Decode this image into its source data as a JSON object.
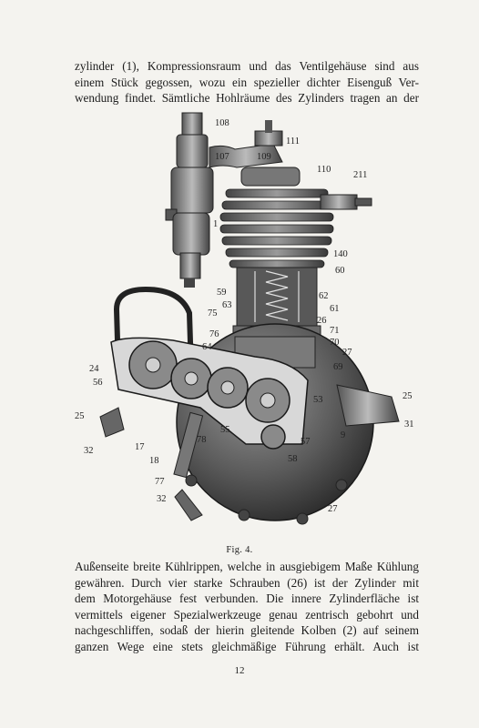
{
  "paragraph_top": {
    "lines": [
      "zylinder (1), Kompressionsraum und das Ventilgehäuse sind aus",
      "einem Stück gegossen, wozu ein spezieller dichter Eisenguß Ver-",
      "wendung findet. Sämtliche Hohlräume des Zylinders tragen an der"
    ]
  },
  "figure": {
    "caption": "Fig. 4.",
    "labels": [
      "108",
      "111",
      "107",
      "109",
      "110",
      "211",
      "1",
      "140",
      "60",
      "59",
      "62",
      "63",
      "61",
      "75",
      "26",
      "76",
      "71",
      "70",
      "64",
      "27",
      "24",
      "69",
      "56",
      "25",
      "53",
      "31",
      "25",
      "55",
      "9",
      "32",
      "17",
      "78",
      "57",
      "18",
      "58",
      "77",
      "32",
      "27"
    ]
  },
  "paragraph_bottom": {
    "lines": [
      "Außenseite breite Kühlrippen, welche in ausgiebigem Maße Kühlung",
      "gewähren. Durch vier starke Schrauben (26) ist der Zylinder mit",
      "dem Motorgehäuse fest verbunden. Die innere Zylinderfläche ist",
      "vermittels eigener Spezialwerkzeuge genau zentrisch gebohrt und",
      "nachgeschliffen, sodaß der hierin gleitende Kolben (2) auf seinem",
      "ganzen Wege eine stets gleichmäßige Führung erhält. Auch ist"
    ]
  },
  "page_number": "12"
}
